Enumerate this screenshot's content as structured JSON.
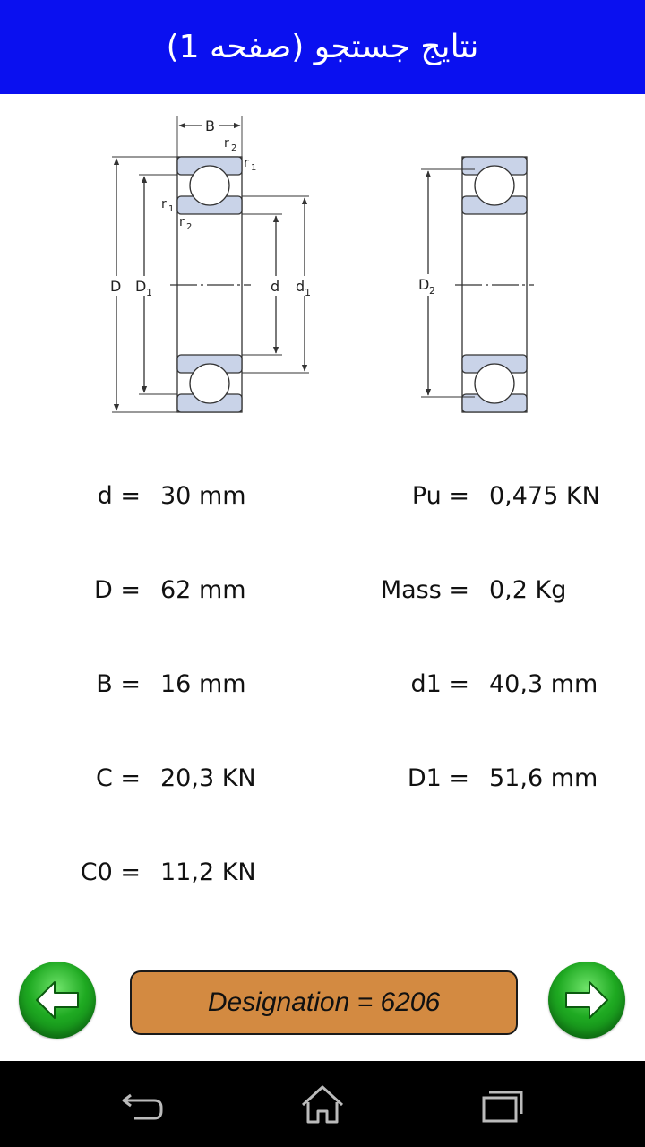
{
  "header": {
    "title": "نتايج جستجو (صفحه 1)"
  },
  "diagram": {
    "labels": {
      "B": "B",
      "r1": "r",
      "r1_sub": "1",
      "r2": "r",
      "r2_sub": "2",
      "D": "D",
      "D1": "D",
      "D1_sub": "1",
      "d": "d",
      "d1": "d",
      "d1_sub": "1",
      "D2": "D",
      "D2_sub": "2"
    },
    "colors": {
      "ring": "#c9d3e8",
      "line": "#333333"
    }
  },
  "specs": {
    "left": [
      {
        "label": "d =",
        "value": "30 mm"
      },
      {
        "label": "D =",
        "value": "62 mm"
      },
      {
        "label": "B =",
        "value": "16 mm"
      },
      {
        "label": "C =",
        "value": "20,3 KN"
      },
      {
        "label": "C0 =",
        "value": "11,2 KN"
      }
    ],
    "right": [
      {
        "label": "Pu =",
        "value": "0,475 KN"
      },
      {
        "label": "Mass =",
        "value": "0,2 Kg"
      },
      {
        "label": "d1 =",
        "value": "40,3 mm"
      },
      {
        "label": "D1 =",
        "value": "51,6 mm"
      }
    ]
  },
  "footer": {
    "designation": "Designation = 6206",
    "prev_icon": "arrow-left-icon",
    "next_icon": "arrow-right-icon",
    "button_color": "#1faa22",
    "designation_color": "#d38a41"
  },
  "system_nav": {
    "back_icon": "back-icon",
    "home_icon": "home-icon",
    "recents_icon": "recents-icon"
  },
  "colors": {
    "header_bg": "#0a10f0"
  }
}
